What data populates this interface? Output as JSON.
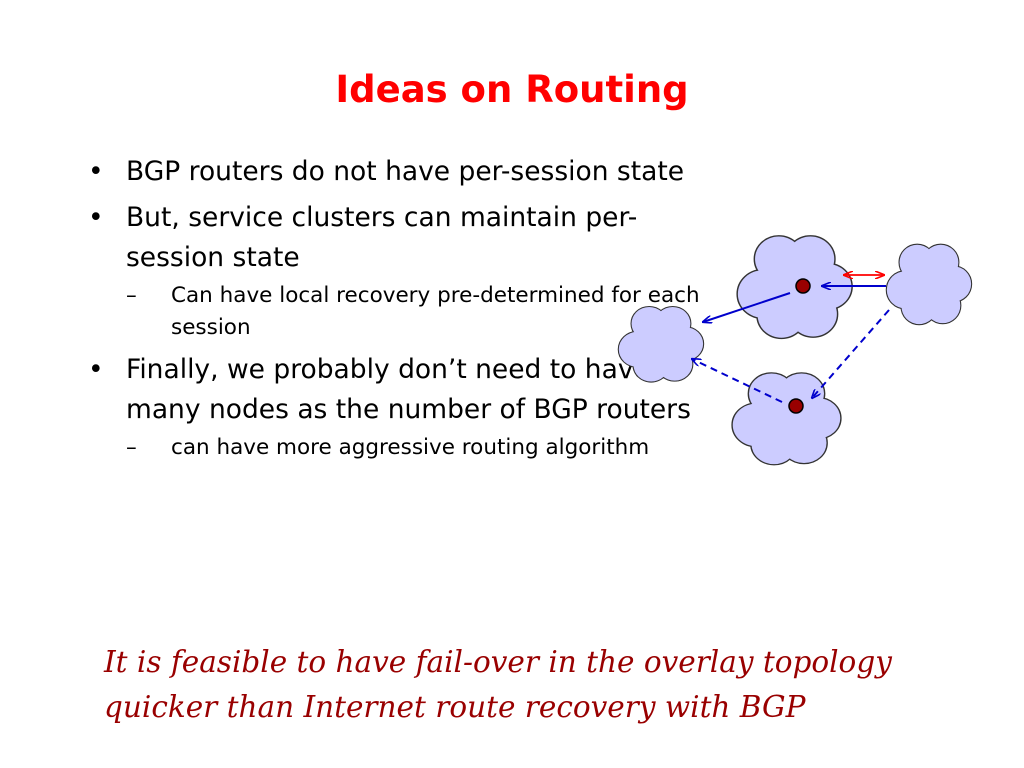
{
  "slide": {
    "title": "Ideas on Routing",
    "bullets": [
      {
        "text": "BGP routers do not have per-session state"
      },
      {
        "text": "But, service clusters can maintain per-session state",
        "sub": [
          "Can have local recovery pre-determined for each session"
        ]
      },
      {
        "text": "Finally, we probably don’t need to have as many nodes as the number of BGP routers",
        "sub": [
          "can have more aggressive routing algorithm"
        ]
      }
    ],
    "conclusion": "It is feasible to have fail-over in the overlay topology quicker than Internet route recovery with BGP"
  },
  "colors": {
    "title": "#ff0000",
    "conclusion": "#990000",
    "cloud_fill": "#ccccff",
    "cloud_stroke": "#333333",
    "node_fill": "#990000",
    "arrow_blue": "#0000cc",
    "arrow_red": "#ff0000"
  }
}
